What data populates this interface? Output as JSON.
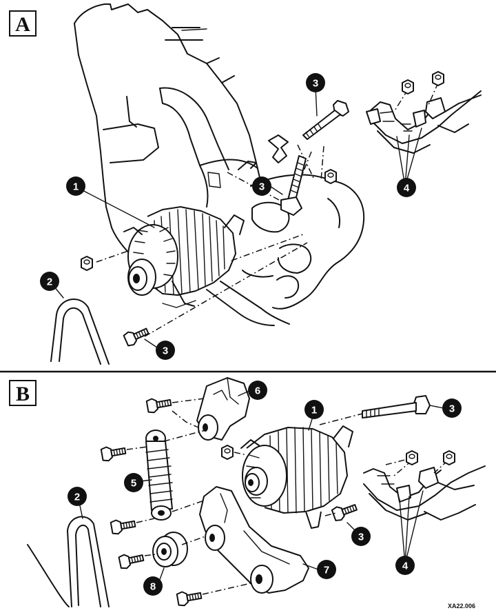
{
  "panels": {
    "a": {
      "label": "A"
    },
    "b": {
      "label": "B"
    }
  },
  "callouts": {
    "a": {
      "c1": "1",
      "c2": "2",
      "c3_top": "3",
      "c3_mid": "3",
      "c3_bottom": "3",
      "c4": "4"
    },
    "b": {
      "c1": "1",
      "c2": "2",
      "c3_top": "3",
      "c3_bottom": "3",
      "c4": "4",
      "c5": "5",
      "c6": "6",
      "c7": "7",
      "c8": "8"
    }
  },
  "figure_code": "XA22.006"
}
